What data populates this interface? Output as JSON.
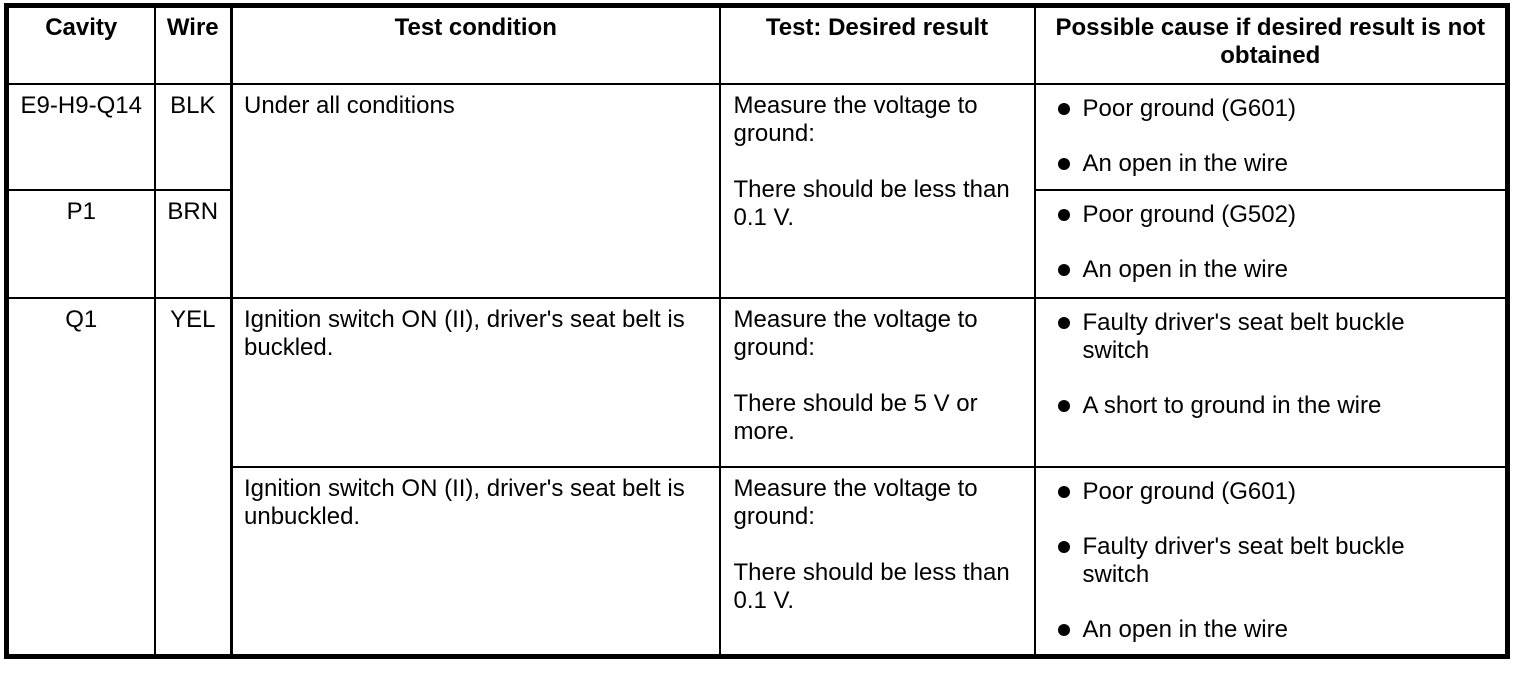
{
  "table": {
    "headers": {
      "cavity": "Cavity",
      "wire": "Wire",
      "test_condition": "Test condition",
      "test_desired_result": "Test: Desired result",
      "possible_cause": "Possible cause if desired result is not obtained"
    },
    "rows": [
      {
        "cavity": "E9-H9-Q14",
        "wire": "BLK",
        "test_condition": "Under all conditions",
        "test": {
          "measure": "Measure the voltage to ground:",
          "desired": "There should be less than 0.1 V."
        },
        "causes": [
          "Poor ground (G601)",
          "An open in the wire"
        ]
      },
      {
        "cavity": "P1",
        "wire": "BRN",
        "causes": [
          "Poor ground (G502)",
          "An open in the wire"
        ]
      },
      {
        "cavity": "Q1",
        "wire": "YEL",
        "test_condition": "Ignition switch ON (II), driver's seat belt is buckled.",
        "test": {
          "measure": "Measure the voltage to ground:",
          "desired": "There should be 5 V or more."
        },
        "causes": [
          "Faulty driver's seat belt buckle switch",
          "A short to ground in the wire"
        ]
      },
      {
        "test_condition": "Ignition switch ON (II), driver's seat belt is unbuckled.",
        "test": {
          "measure": "Measure the voltage to ground:",
          "desired": "There should be less than 0.1 V."
        },
        "causes": [
          "Poor ground (G601)",
          "Faulty driver's seat belt buckle switch",
          "An open in the wire"
        ]
      }
    ]
  }
}
